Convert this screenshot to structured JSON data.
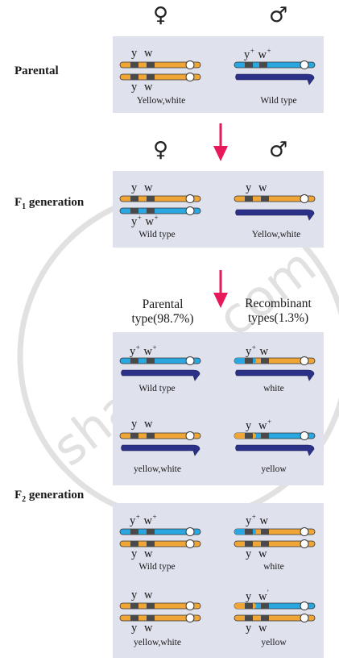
{
  "symbols": {
    "female": "♀",
    "male": "♂"
  },
  "labels": {
    "parental": "Parental",
    "f1": "F",
    "f1_sub": "1",
    "f1_rest": " generation",
    "f2": "F",
    "f2_sub": "2",
    "f2_rest": " generation"
  },
  "genes": {
    "y": "y",
    "w": "w",
    "plus": "+",
    "prime": "'"
  },
  "captions": {
    "yellow_white_c": "Yellow,white",
    "wild_type_lc": "Wild type",
    "wild_type": "Wild type",
    "white": "white",
    "yellow_white": "yellow,white",
    "yellow": "yellow"
  },
  "headers": {
    "parental_line1": "Parental",
    "parental_line2": "type(98.7%)",
    "recomb_line1": "Recombinant",
    "recomb_line2": "types(1.3%)"
  },
  "watermark": {
    "text": "shaalaa.com"
  },
  "colors": {
    "orange": "#f0a537",
    "blue": "#2aa7e0",
    "navy": "#2b3187",
    "band": "#4a4a4a",
    "panel": "#dfe1ec",
    "arrow": "#e8195a"
  }
}
